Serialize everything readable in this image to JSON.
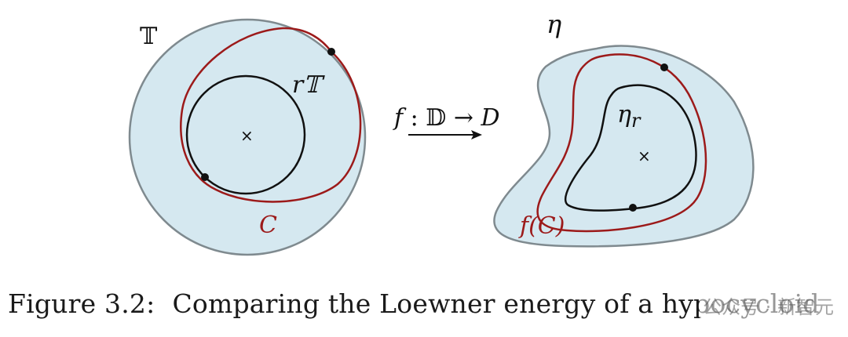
{
  "diagram": {
    "left": {
      "boundary_label": "𝕋",
      "inner_circle_label": "r𝕋",
      "curve_label": "C",
      "center_marker": "×"
    },
    "arrow": {
      "label_f": "f",
      "label_rest": " : 𝔻 → ",
      "label_D": "D"
    },
    "right": {
      "boundary_label": "η",
      "inner_curve_label": "η",
      "inner_curve_subscript": "r",
      "curve_label": "f(C)",
      "center_marker": "×"
    },
    "colors": {
      "region_fill": "#d5e8f0",
      "region_stroke": "#7f8a8f",
      "curve_red": "#9c1a1a",
      "curve_black": "#111111"
    }
  },
  "caption": {
    "figure_number": "Figure 3.2:",
    "text": "Comparing the Loewner energy of a hypocycloid"
  },
  "watermark": {
    "text": "公众号 · 新智元"
  }
}
